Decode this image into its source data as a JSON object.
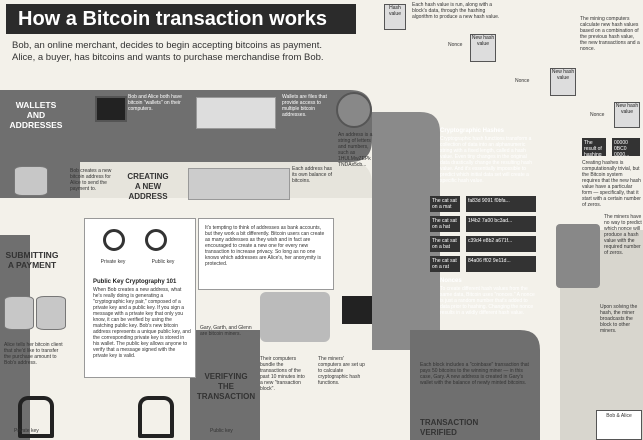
{
  "title": "How a Bitcoin transaction works",
  "intro": [
    "Bob, an online merchant, decides to begin accepting bitcoins as payment.",
    "Alice, a buyer, has bitcoins and wants to purchase merchandise from Bob."
  ],
  "sections": {
    "wallets": "WALLETS\nAND\nADDRESSES",
    "create": "CREATING\nA NEW\nADDRESS",
    "submitting": "SUBMITTING\nA PAYMENT",
    "verifying": "VERIFYING\nTHE\nTRANSACTION",
    "verified": "TRANSACTION\nVERIFIED"
  },
  "notes": {
    "wallet_note": "Bob and Alice both have bitcoin \"wallets\" on their computers.",
    "wallet_files": "Wallets are files that provide access to multiple bitcoin addresses.",
    "address_note": "An address is a string of letters and numbers, such as 1HULMwZEPk TNDAx5cb...",
    "create_note": "Bob creates a new bitcoin address for Alice to send the payment to.",
    "each_address": "Each address has its own balance of bitcoins.",
    "tempting": "It's tempting to think of addresses as bank accounts, but they work a bit differently. Bitcoin users can create as many addresses as they wish and in fact are encouraged to create a new one for every new transaction to increase privacy. So long as no one knows which addresses are Alice's, her anonymity is protected.",
    "submitting_note": "Alice tells her bitcoin client that she'd like to transfer the purchase amount to Bob's address.",
    "gary_note": "Gary, Garth, and Glenn are bitcoin miners.",
    "their_computers": "Their computers bundle the transactions of the past 10 minutes into a new \"transaction block\".",
    "miners_calc": "The miners' computers are set up to calculate cryptographic hash functions.",
    "hash_intro": "Each hash value is run, along with a block's data, through the hashing algorithm to produce a new hash value.",
    "top_right": "The mining computers calculate new hash values based on a combination of the previous hash value, the new transactions and a nonce.",
    "hashing_note": "Creating hashes is computationally trivial, but the Bitcoin system requires that the new hash value have a particular form — specifically, that it start with a certain number of zeros.",
    "miners_note": "The miners have no way to predict which nonce will produce a hash value with the required number of zeros.",
    "upon_solution": "Upon solving the hash, the miner broadcasts the block to other miners.",
    "block_note": "Each block includes a \"coinbase\" transaction that pays 50 bitcoins to the winning miner — in this case, Gary. A new address is created in Gary's wallet with the balance of newly minted bitcoins.",
    "private_key": "Private key",
    "public_key": "Public key",
    "pkc_title": "Public Key Cryptography 101",
    "pkc_text": "When Bob creates a new address, what he's really doing is generating a \"cryptographic key pair,\" composed of a private key and a public key. If you sign a message with a private key that only you know, it can be verified by using the matching public key. Bob's new bitcoin address represents a unique public key, and the corresponding private key is stored in his wallet. The public key allows anyone to verify that a message signed with the private key is valid.",
    "crypto_title": "Cryptographic Hashes",
    "crypto_text": "Cryptographic hash functions transform a collection of data into an alphanumeric string with a fixed length, called a hash value. Even tiny changes in the original data drastically change the resulting hash value. And it's essentially impossible to predict which initial data set will create a specific hash value.",
    "nonces_title": "Nonces",
    "nonces_text": "To create different hash values from the same data, Bitcoin uses \"nonces.\" A nonce is just a random number that's added to data prior to hashing. Changing the nonce results in a wildly different hash value.",
    "mined_by": "Bob & Alice"
  },
  "hash_table": [
    {
      "left": "The cat sat on a mat",
      "right": "fa83d 9091 f0bfa..."
    },
    {
      "left": "The cat sat on a hat",
      "right": "1f4b2 7a00 bc3ad..."
    },
    {
      "left": "The cat sat on a bat",
      "right": "c39d4 e8b2 a671f..."
    },
    {
      "left": "The cat sat on a rat",
      "right": "84a06 ff02 9e11d..."
    }
  ],
  "hash_chain": {
    "hash_value": "Hash value",
    "nonce": "Nonce",
    "new_hash": "New hash value",
    "question": "The result of hashing SOMETHING? ???",
    "answer": "00000 0BC0 0000..."
  },
  "colors": {
    "band": "#6f6f6f",
    "dark": "#2b2b2b",
    "paper": "#f3f1ea"
  }
}
